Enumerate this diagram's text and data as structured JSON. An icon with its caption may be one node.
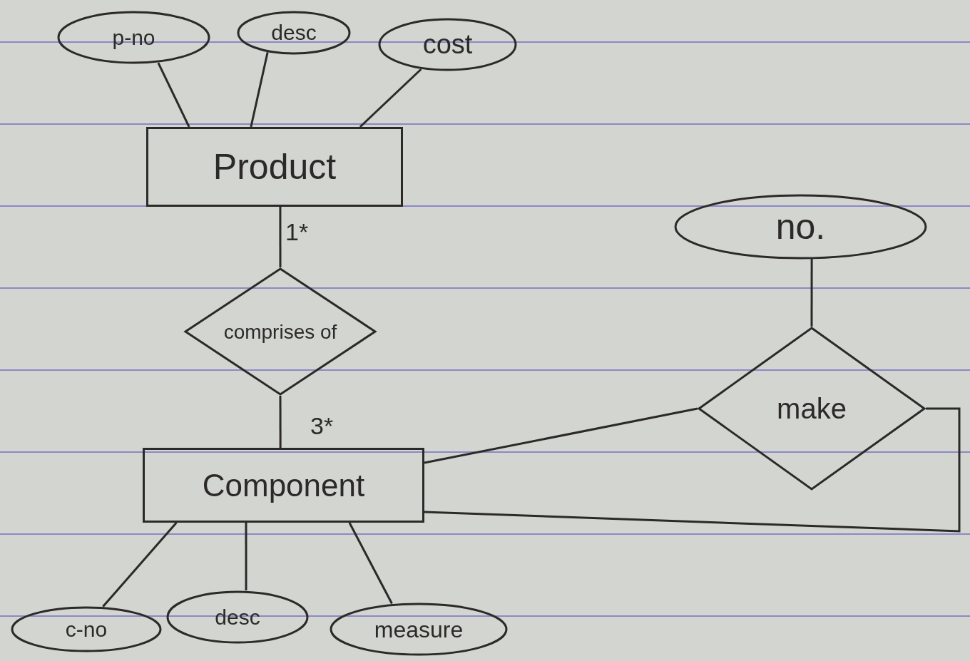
{
  "diagram": {
    "nodes": [
      {
        "text": [
          "p-no"
        ]
      },
      {
        "text": [
          "desc"
        ]
      },
      {
        "text": [
          "cost"
        ]
      },
      {
        "text": [
          "Product"
        ]
      },
      {
        "text": [
          "no."
        ]
      },
      {
        "text": [
          "comprises of"
        ]
      },
      {
        "text": [
          "make"
        ]
      },
      {
        "text": [
          "Component"
        ]
      },
      {
        "text": [
          "c-no"
        ]
      },
      {
        "text": [
          "desc"
        ]
      },
      {
        "text": [
          "measure"
        ]
      }
    ],
    "edges": [
      {
        "from": 0,
        "to": 3,
        "arrow": "none"
      },
      {
        "from": 1,
        "to": 3,
        "arrow": "none"
      },
      {
        "from": 2,
        "to": 3,
        "arrow": "none"
      },
      {
        "from": 3,
        "to": 5,
        "arrow": "none"
      },
      {
        "from": 5,
        "to": 7,
        "arrow": "none"
      },
      {
        "from": 4,
        "to": 6,
        "arrow": "none"
      },
      {
        "from": 7,
        "to": 6,
        "arrow": "none"
      },
      {
        "from": 7,
        "to": 6,
        "arrow": "none"
      },
      {
        "from": 7,
        "to": 8,
        "arrow": "none"
      },
      {
        "from": 7,
        "to": 9,
        "arrow": "none"
      },
      {
        "from": 7,
        "to": 10,
        "arrow": "none"
      }
    ],
    "labels": [
      "1*",
      "3*"
    ]
  }
}
